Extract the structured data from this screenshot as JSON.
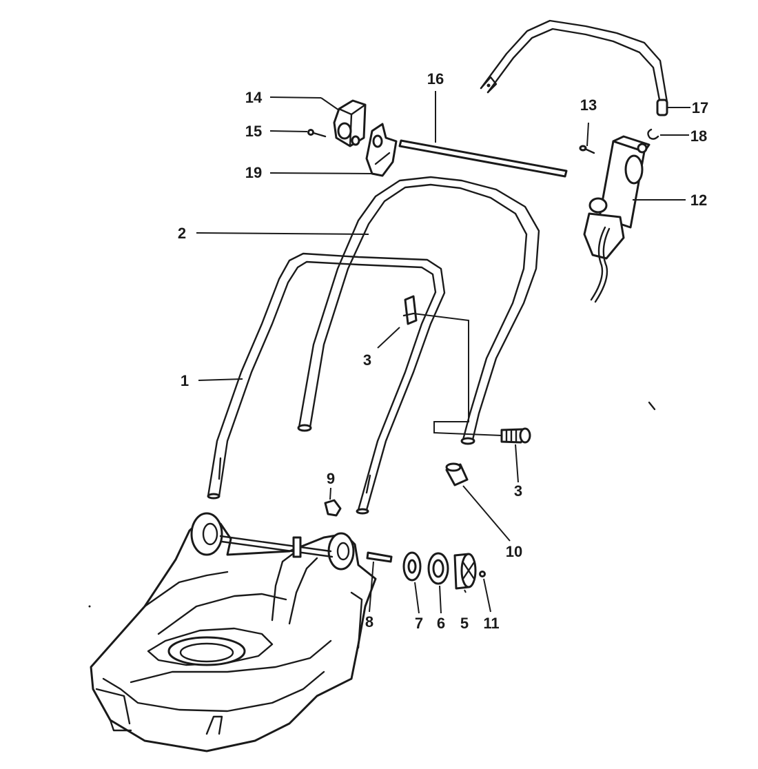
{
  "diagram": {
    "callouts": {
      "c1": "1",
      "c2": "2",
      "c3a": "3",
      "c3b": "3",
      "c5": "5",
      "c6": "6",
      "c7": "7",
      "c8": "8",
      "c9": "9",
      "c10": "10",
      "c11": "11",
      "c12": "12",
      "c13": "13",
      "c14": "14",
      "c15": "15",
      "c16": "16",
      "c17": "17",
      "c18": "18",
      "c19": "19"
    }
  }
}
